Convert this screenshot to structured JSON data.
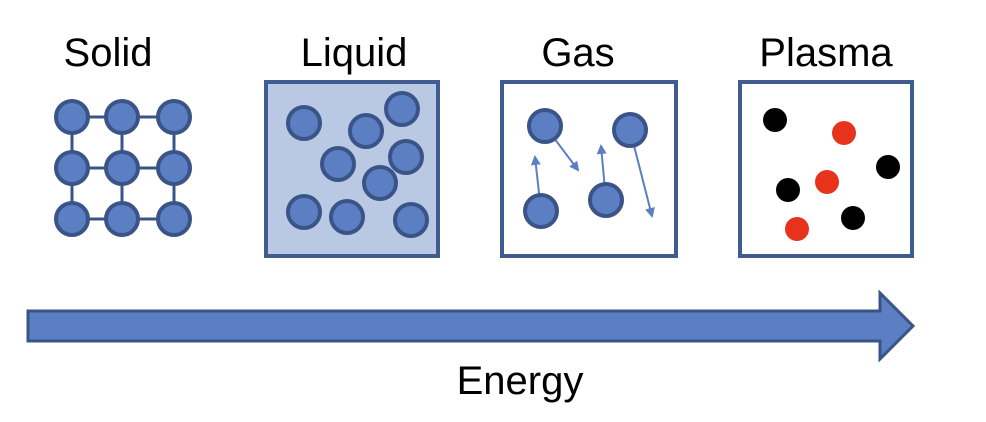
{
  "states": {
    "solid": {
      "label": "Solid"
    },
    "liquid": {
      "label": "Liquid"
    },
    "gas": {
      "label": "Gas"
    },
    "plasma": {
      "label": "Plasma"
    }
  },
  "energy_label": "Energy",
  "colors": {
    "particle_fill": "#5b7fc2",
    "particle_stroke": "#3a5488",
    "box_stroke": "#3f5b8f",
    "liquid_fill": "#b9c9e4",
    "box_fill": "#ffffff",
    "arrow_fill": "#5b7fc2",
    "arrow_stroke": "#3a5488",
    "plasma_ion": "#e8331c",
    "plasma_electron": "#000000"
  }
}
